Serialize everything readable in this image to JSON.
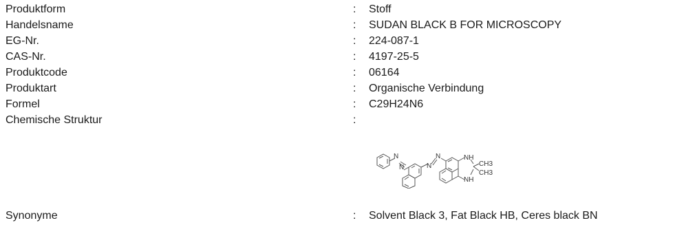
{
  "separator": ":",
  "rows": [
    {
      "label": "Produktform",
      "value": "Stoff"
    },
    {
      "label": "Handelsname",
      "value": "SUDAN BLACK B FOR MICROSCOPY"
    },
    {
      "label": "EG-Nr.",
      "value": "224-087-1"
    },
    {
      "label": "CAS-Nr.",
      "value": "4197-25-5"
    },
    {
      "label": "Produktcode",
      "value": "06164"
    },
    {
      "label": "Produktart",
      "value": "Organische Verbindung"
    },
    {
      "label": "Formel",
      "value": "C29H24N6"
    },
    {
      "label": "Chemische Struktur",
      "value": ""
    },
    {
      "label": "Synonyme",
      "value": "Solvent Black 3, Fat Black HB, Ceres black BN"
    }
  ],
  "structure_labels": {
    "n1": "N",
    "n2": "N",
    "n3": "N",
    "n4": "N",
    "nh_top": "NH",
    "nh_bottom": "NH",
    "ch3_top": "CH3",
    "ch3_bottom": "CH3"
  }
}
